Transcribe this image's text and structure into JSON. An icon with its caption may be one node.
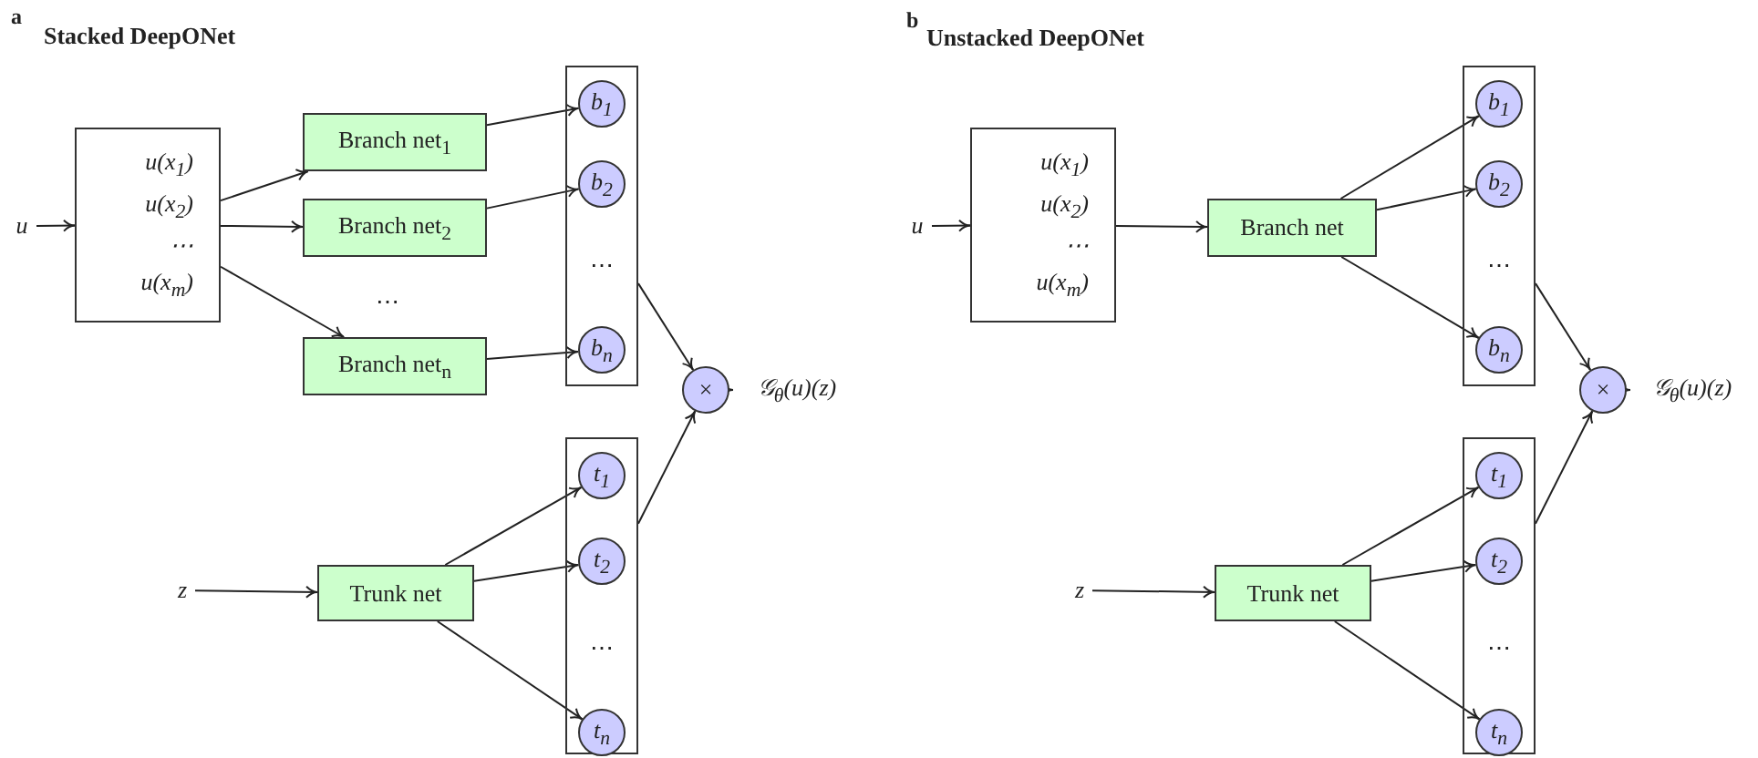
{
  "diagram": {
    "nodes": [
      {
        "text": [
          "u"
        ]
      },
      {
        "text": [
          "u(x$_{1}$)",
          "u(x$_{2}$)",
          "⋯",
          "u(x$_{m}$)"
        ]
      },
      {
        "text": [
          "Branch net$_{1}$"
        ]
      },
      {
        "text": [
          "Branch net$_{2}$"
        ]
      },
      {
        "text": [
          "Branch net$_{n}$"
        ]
      },
      {
        "text": [
          "⋯"
        ]
      },
      {
        "text": [
          "b$_{1}$"
        ],
        "in": 5
      },
      {
        "text": [
          "b$_{2}$"
        ],
        "in": 5
      },
      {
        "text": [
          "b$_{n}$"
        ],
        "in": 5
      },
      {
        "text": [
          "×"
        ]
      },
      {
        "text": [
          "𝒢$_{θ}$(u)(z)"
        ]
      },
      {
        "text": [
          "z"
        ]
      },
      {
        "text": [
          "Trunk net"
        ]
      },
      {
        "text": [
          "⋯"
        ]
      },
      {
        "text": [
          "t$_{1}$"
        ],
        "in": 13
      },
      {
        "text": [
          "t$_{2}$"
        ],
        "in": 13
      },
      {
        "text": [
          "t$_{n}$"
        ],
        "in": 13
      },
      {
        "text": [
          "u"
        ]
      },
      {
        "text": [
          "u(x$_{1}$)",
          "u(x$_{2}$)",
          "⋯",
          "u(x$_{m}$)"
        ]
      },
      {
        "text": [
          "Branch net"
        ]
      },
      {
        "text": [
          "⋯"
        ]
      },
      {
        "text": [
          "b$_{1}$"
        ],
        "in": 20
      },
      {
        "text": [
          "b$_{2}$"
        ],
        "in": 20
      },
      {
        "text": [
          "b$_{n}$"
        ],
        "in": 20
      },
      {
        "text": [
          "×"
        ]
      },
      {
        "text": [
          "𝒢$_{θ}$(u)(z)"
        ]
      },
      {
        "text": [
          "z"
        ]
      },
      {
        "text": [
          "Trunk net"
        ]
      },
      {
        "text": [
          "⋯"
        ]
      },
      {
        "text": [
          "t$_{1}$"
        ],
        "in": 28
      },
      {
        "text": [
          "t$_{2}$"
        ],
        "in": 28
      },
      {
        "text": [
          "t$_{n}$"
        ],
        "in": 28
      }
    ],
    "edges": [
      {
        "from": 0,
        "to": 1,
        "arrow": "to"
      },
      {
        "from": 1,
        "to": 2,
        "arrow": "to"
      },
      {
        "from": 1,
        "to": 3,
        "arrow": "to"
      },
      {
        "from": 1,
        "to": 4,
        "arrow": "to"
      },
      {
        "from": 2,
        "to": 6,
        "arrow": "to"
      },
      {
        "from": 3,
        "to": 7,
        "arrow": "to"
      },
      {
        "from": 4,
        "to": 8,
        "arrow": "to"
      },
      {
        "from": 5,
        "to": 9,
        "arrow": "to"
      },
      {
        "from": 13,
        "to": 9,
        "arrow": "to"
      },
      {
        "from": 9,
        "to": 10,
        "arrow": "to"
      },
      {
        "from": 11,
        "to": 12,
        "arrow": "to"
      },
      {
        "from": 12,
        "to": 14,
        "arrow": "to"
      },
      {
        "from": 12,
        "to": 15,
        "arrow": "to"
      },
      {
        "from": 12,
        "to": 16,
        "arrow": "to"
      },
      {
        "from": 17,
        "to": 18,
        "arrow": "to"
      },
      {
        "from": 18,
        "to": 19,
        "arrow": "to"
      },
      {
        "from": 19,
        "to": 21,
        "arrow": "to"
      },
      {
        "from": 19,
        "to": 22,
        "arrow": "to"
      },
      {
        "from": 19,
        "to": 23,
        "arrow": "to"
      },
      {
        "from": 20,
        "to": 24,
        "arrow": "to"
      },
      {
        "from": 28,
        "to": 24,
        "arrow": "to"
      },
      {
        "from": 24,
        "to": 25,
        "arrow": "to"
      },
      {
        "from": 26,
        "to": 27,
        "arrow": "to"
      },
      {
        "from": 27,
        "to": 29,
        "arrow": "to"
      },
      {
        "from": 27,
        "to": 30,
        "arrow": "to"
      },
      {
        "from": 27,
        "to": 31,
        "arrow": "to"
      }
    ],
    "labels": [
      "a",
      "Stacked DeepONet",
      "⋯",
      "b",
      "Unstacked DeepONet"
    ]
  }
}
